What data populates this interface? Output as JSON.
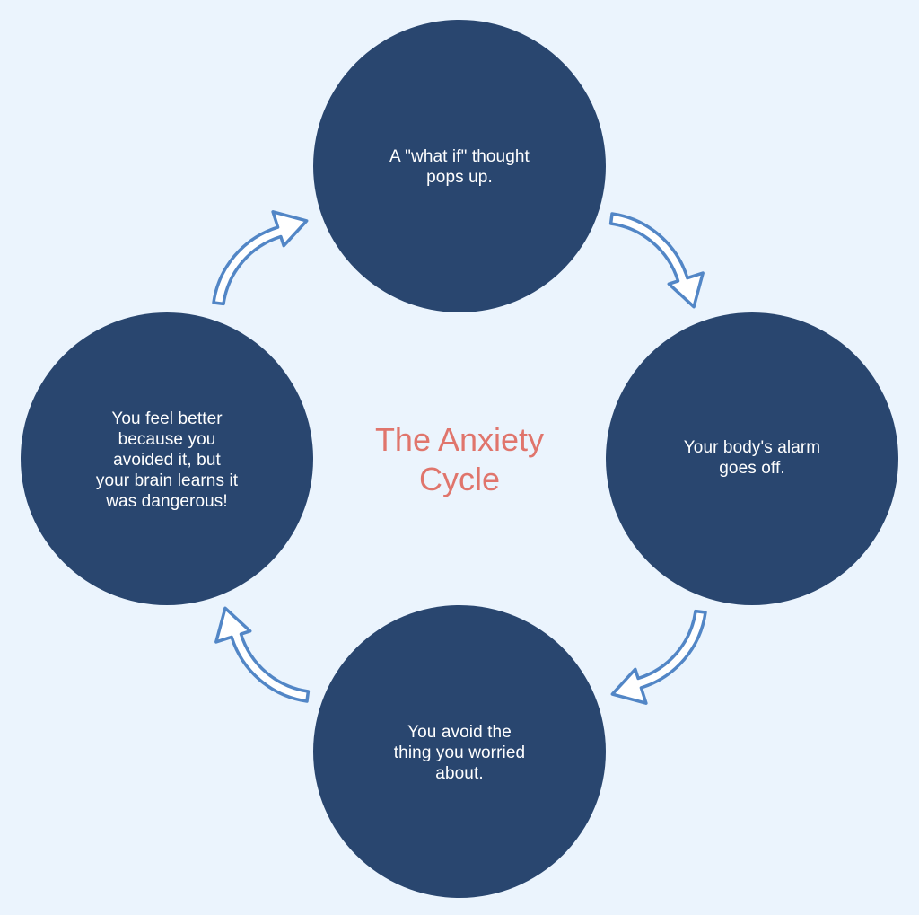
{
  "diagram": {
    "title": "The Anxiety\nCycle",
    "steps": [
      {
        "label": "A \"what if\" thought\npops up."
      },
      {
        "label": "Your body's alarm\ngoes off."
      },
      {
        "label": "You avoid the\nthing you worried\nabout."
      },
      {
        "label": "You feel better\nbecause you\navoided it, but\nyour brain learns it\nwas dangerous!"
      }
    ]
  },
  "colors": {
    "background": "#ebf4fd",
    "circle_fill": "#29466f",
    "circle_text": "#ffffff",
    "title": "#e0756c",
    "arrow_outline": "#5286c6",
    "arrow_fill": "#ffffff"
  }
}
